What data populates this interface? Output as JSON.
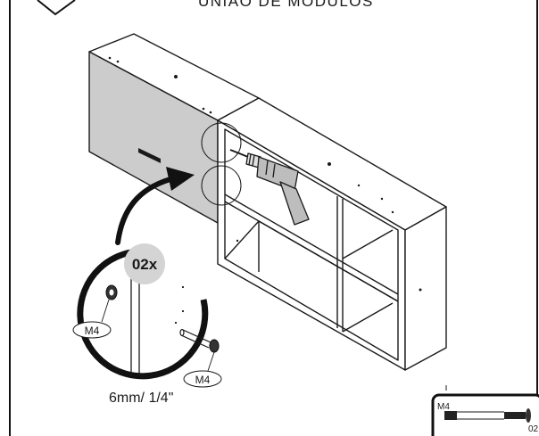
{
  "header": {
    "title": "UNIÃO DE MÓDULOS"
  },
  "callout": {
    "quantity": "02x",
    "screw_label_top": "M4",
    "screw_label_bottom": "M4",
    "drill_size": "6mm/ 1/4\""
  },
  "part_box": {
    "size_label": "M4",
    "count_label": "02"
  },
  "colors": {
    "line": "#1a1a1a",
    "panel": "#c9c9c9",
    "badge": "#d4d4d4",
    "frame": "#111111"
  }
}
